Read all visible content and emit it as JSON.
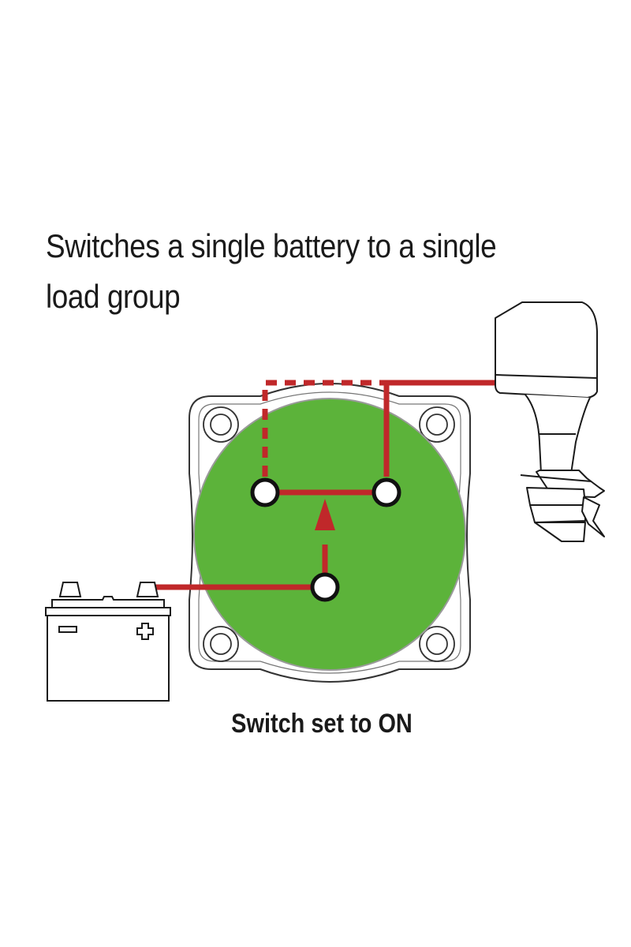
{
  "title": {
    "line1": "Switches a single battery to a single",
    "line2": "load group"
  },
  "caption": "Switch set to ON",
  "switch_state": "ON",
  "components": {
    "battery": {
      "label": "battery",
      "negative_symbol": "−",
      "positive_symbol": "+"
    },
    "switch": {
      "label": "battery-switch",
      "terminals": [
        "left-terminal",
        "right-terminal",
        "common-terminal"
      ]
    },
    "load": {
      "label": "outboard-motor"
    }
  },
  "colors": {
    "wire_red": "#c0282a",
    "switch_green": "#5cb33a",
    "outline": "#1a1a1a",
    "background": "#ffffff"
  }
}
